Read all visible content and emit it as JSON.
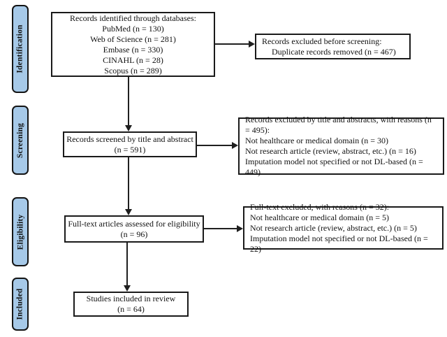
{
  "colors": {
    "stage_fill": "#a6c9e8",
    "box_border": "#1a1a1a",
    "background": "#ffffff"
  },
  "stages": [
    {
      "label": "Identification"
    },
    {
      "label": "Screening"
    },
    {
      "label": "Eligibility"
    },
    {
      "label": "Included"
    }
  ],
  "flow_boxes": {
    "identified": {
      "lines": [
        "Records identified through databases:",
        "PubMed (n = 130)",
        "Web of Science (n = 281)",
        "Embase (n = 330)",
        "CINAHL (n = 28)",
        "Scopus (n = 289)"
      ]
    },
    "screened": {
      "lines": [
        "Records screened by title and abstract",
        "(n = 591)"
      ]
    },
    "fulltext": {
      "lines": [
        "Full-text articles assessed for eligibility",
        "(n = 96)"
      ]
    },
    "included": {
      "lines": [
        "Studies included in review",
        "(n = 64)"
      ]
    }
  },
  "exclusion_boxes": {
    "before_screening": {
      "lines": [
        "Records excluded before screening:",
        "Duplicate records removed (n = 467)"
      ]
    },
    "title_abstract": {
      "lines": [
        "Records excluded by title and abstracts, with reasons (n = 495):",
        "Not healthcare or medical domain (n = 30)",
        "Not research article (review, abstract, etc.) (n = 16)",
        "Imputation model not specified or not DL-based (n = 449)"
      ]
    },
    "fulltext_excluded": {
      "lines": [
        "Full-text excluded, with reasons (n = 32):",
        "Not healthcare or medical domain (n = 5)",
        "Not research article (review, abstract, etc.) (n = 5)",
        "Imputation model not specified or not DL-based (n = 22)"
      ]
    }
  }
}
